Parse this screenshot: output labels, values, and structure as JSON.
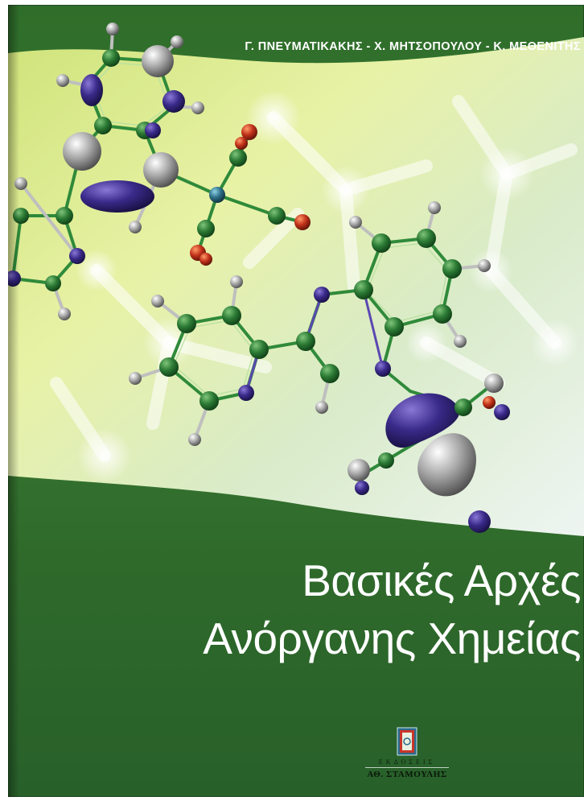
{
  "cover": {
    "authors": "Γ. ΠΝΕΥΜΑΤΙΚΑΚΗΣ - Χ. ΜΗΤΣΟΠΟΥΛΟΥ - Κ. ΜΕΘΕΝΙΤΗΣ",
    "title_line1": "Βασικές Αρχές",
    "title_line2": "Ανόργανης Χημείας",
    "colors": {
      "background": "#35752f",
      "title": "#ffffff",
      "carbon_atom": "#1f5e2a",
      "hydrogen_atom": "#9a9a9a",
      "nitrogen_atom": "#3b2a7a",
      "oxygen_atom": "#c23a1a",
      "metal_atom": "#2e6f86"
    },
    "icons": [
      "molecule-illustration",
      "publisher-logo-icon"
    ]
  },
  "publisher": {
    "label": "ΕΚΔΟΣΕΙΣ",
    "name": "ΑΘ. ΣΤΑΜΟΥΛΗΣ"
  }
}
